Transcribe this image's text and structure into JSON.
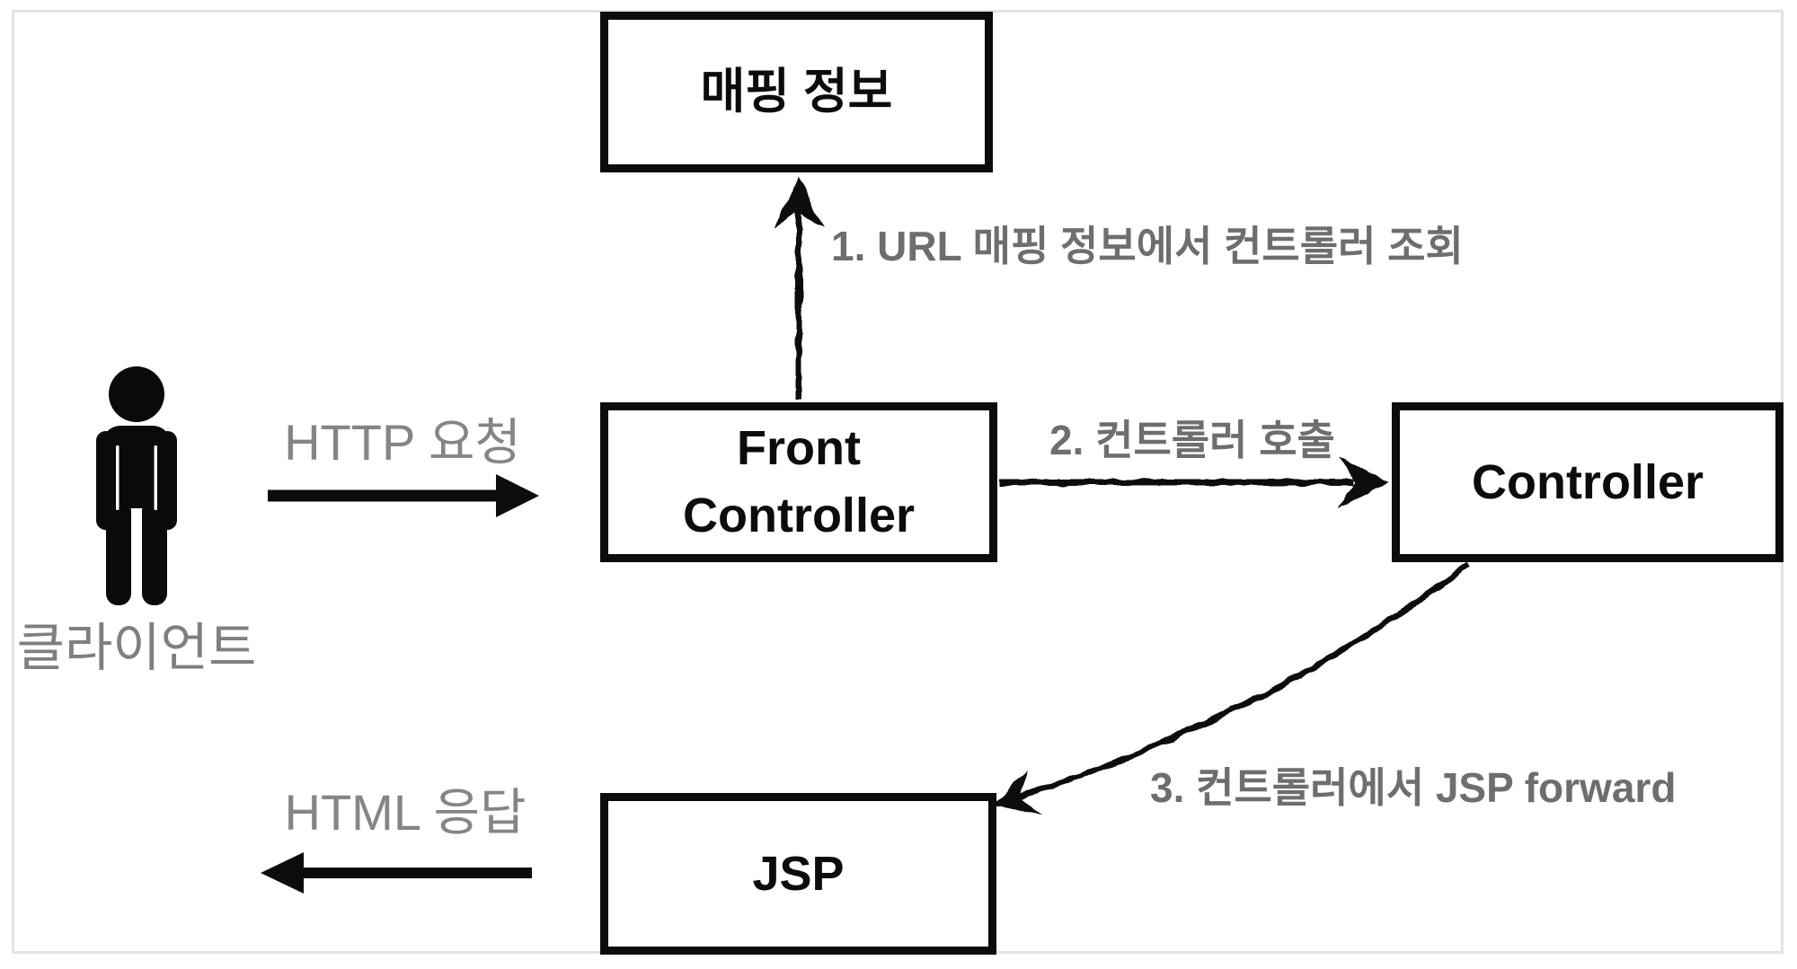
{
  "boxes": {
    "mapping": {
      "label": "매핑 정보"
    },
    "front_controller": {
      "label": "Front\nController"
    },
    "controller": {
      "label": "Controller"
    },
    "jsp": {
      "label": "JSP"
    }
  },
  "actor": {
    "label": "클라이언트",
    "icon": "person-icon"
  },
  "edges": {
    "http_request": {
      "label": "HTTP 요청",
      "style": "solid-arrow-right"
    },
    "html_response": {
      "label": "HTML 응답",
      "style": "solid-arrow-left"
    },
    "step1": {
      "label": "1. URL 매핑 정보에서 컨트롤러 조회",
      "style": "sketch-arrow-up"
    },
    "step2": {
      "label": "2. 컨트롤러 호출",
      "style": "sketch-arrow-right"
    },
    "step3": {
      "label": "3. 컨트롤러에서 JSP forward",
      "style": "sketch-arrow-curved"
    }
  },
  "colors": {
    "background": "#ffffff",
    "frame_border": "#e3e3e3",
    "box_border": "#0c0c0c",
    "box_text": "#0c0c0c",
    "arrow": "#0c0c0c",
    "plain_label_text": "#858585",
    "step_label_text": "#6e6e6e"
  }
}
